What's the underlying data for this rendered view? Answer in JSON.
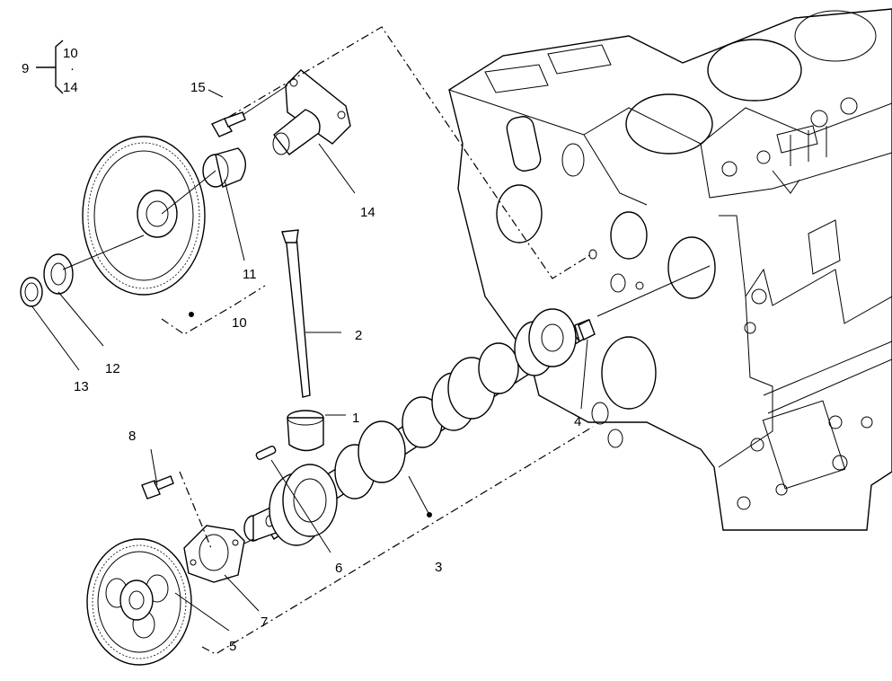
{
  "bracket": {
    "group_label": "9",
    "range_start": "10",
    "range_dot": "·",
    "range_end": "14"
  },
  "callouts": {
    "c1": "1",
    "c2": "2",
    "c3": "3",
    "c4": "4",
    "c5": "5",
    "c6": "6",
    "c7": "7",
    "c8": "8",
    "c10": "10",
    "c11": "11",
    "c12": "12",
    "c13": "13",
    "c14": "14",
    "c15": "15"
  }
}
